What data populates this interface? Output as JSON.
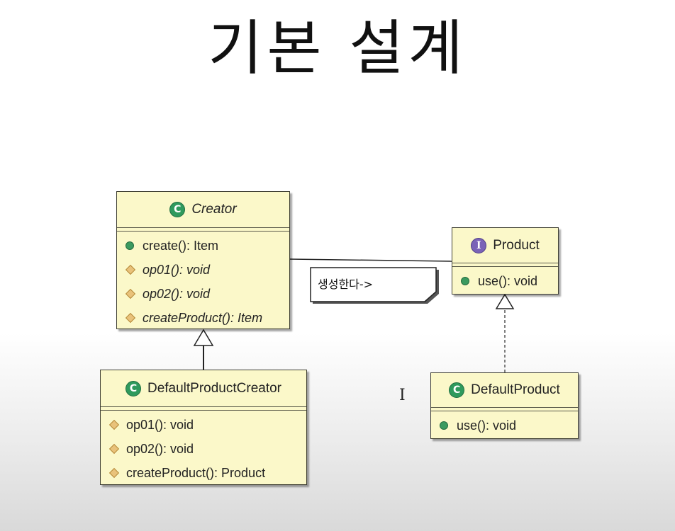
{
  "title": "기본 설계",
  "classes": {
    "creator": {
      "name": "Creator",
      "icon": "class-c-icon",
      "ops": [
        {
          "text": "create(): Item",
          "visibility": "public"
        },
        {
          "text": "op01(): void",
          "visibility": "protected"
        },
        {
          "text": "op02(): void",
          "visibility": "protected"
        },
        {
          "text": "createProduct(): Item",
          "visibility": "protected"
        }
      ]
    },
    "default_product_creator": {
      "name": "DefaultProductCreator",
      "icon": "class-c-icon",
      "ops": [
        {
          "text": "op01(): void",
          "visibility": "protected"
        },
        {
          "text": "op02(): void",
          "visibility": "protected"
        },
        {
          "text": "createProduct(): Product",
          "visibility": "protected"
        }
      ]
    },
    "product": {
      "name": "Product",
      "icon": "interface-i-icon",
      "ops": [
        {
          "text": "use(): void",
          "visibility": "public"
        }
      ]
    },
    "default_product": {
      "name": "DefaultProduct",
      "icon": "class-c-icon",
      "ops": [
        {
          "text": "use(): void",
          "visibility": "public"
        }
      ]
    }
  },
  "note": {
    "text": "생성한다->"
  },
  "icon_glyphs": {
    "class": "C",
    "interface": "I"
  },
  "colors": {
    "class_fill": "#fbf8c9",
    "class_border": "#3f3f33",
    "class_icon": "#2f9a5d",
    "interface_icon": "#7a63b7",
    "public_op": "#3b9a5f",
    "protected_op": "#e9c27a"
  }
}
